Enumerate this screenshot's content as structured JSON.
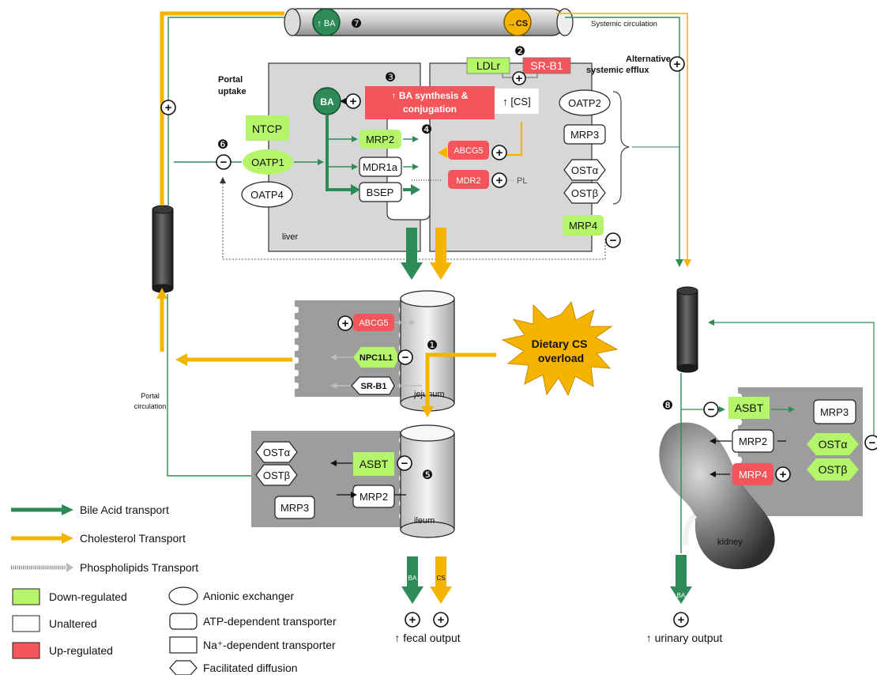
{
  "colors": {
    "bile_acid": "#2e8b57",
    "cholesterol": "#f5b400",
    "down_regulated": "#b5f56a",
    "up_regulated": "#f4555a",
    "unaltered": "#ffffff",
    "tissue": "#d7d7d7"
  },
  "top": {
    "ba_circle": "↑ BA",
    "cs_circle": "→CS",
    "step7": "❼",
    "systemic_circulation": "Systemic circulation"
  },
  "liver": {
    "label": "liver",
    "portal_uptake": [
      "Portal",
      "uptake"
    ],
    "alt_efflux": [
      "Alternative",
      "systemic efflux"
    ],
    "step2": "❷",
    "step3": "❸",
    "step4": "❹",
    "step6": "❻",
    "ldlr": "LDLr",
    "srb1": "SR-B1",
    "ba_circle": "BA",
    "synthesis": [
      "↑ BA synthesis &",
      "conjugation"
    ],
    "cs_up": "↑ [CS]",
    "ntcp": "NTCP",
    "oatp1": "OATP1",
    "oatp4": "OATP4",
    "mrp2": "MRP2",
    "mdr1a": "MDR1a",
    "bsep": "BSEP",
    "abcg5": "ABCG5",
    "mdr2": "MDR2",
    "pl": "PL",
    "oatp2": "OATP2",
    "mrp3": "MRP3",
    "osta": "OSTα",
    "ostb": "OSTβ",
    "mrp4": "MRP4"
  },
  "jejunum": {
    "label": "jejunum",
    "step1": "❶",
    "abcg5": "ABCG5",
    "npc1l1": "NPC1L1",
    "srb1": "SR-B1"
  },
  "dietary": [
    "Dietary CS",
    "overload"
  ],
  "portal_circulation": [
    "Portal",
    "circulation"
  ],
  "ileum": {
    "label": "ileum",
    "step5": "❺",
    "osta": "OSTα",
    "ostb": "OSTβ",
    "asbt": "ASBT",
    "mrp3": "MRP3",
    "mrp2": "MRP2"
  },
  "kidney": {
    "label": "kidney",
    "step8": "❽",
    "asbt": "ASBT",
    "mrp3": "MRP3",
    "mrp2": "MRP2",
    "osta": "OSTα",
    "ostb": "OSTβ",
    "mrp4": "MRP4"
  },
  "outputs": {
    "ba": "BA",
    "cs": "CS",
    "fecal": "↑ fecal output",
    "urinary": "↑ urinary output"
  },
  "legend": {
    "bile_acid": "Bile Acid transport",
    "cholesterol": "Cholesterol Transport",
    "phospholipids": "Phospholipids Transport",
    "down": "Down-regulated",
    "unaltered": "Unaltered",
    "up": "Up-regulated",
    "anionic": "Anionic exchanger",
    "atp": "ATP-dependent  transporter",
    "na": "Na⁺-dependent  transporter",
    "facilitated": "Facilitated diffusion"
  },
  "symbols": {
    "plus": "+",
    "minus": "−"
  }
}
